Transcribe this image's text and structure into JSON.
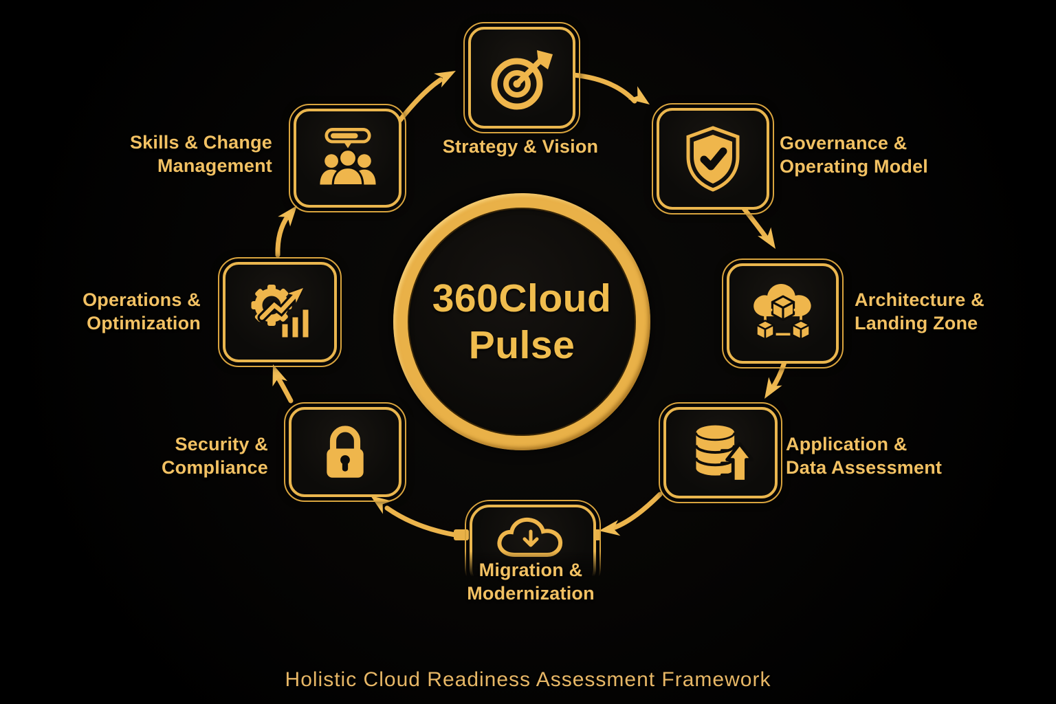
{
  "page": {
    "caption": "Holistic Cloud Readiness Assessment Framework"
  },
  "center": {
    "title_line1": "360Cloud",
    "title_line2": "Pulse"
  },
  "colors": {
    "background": "#000000",
    "gold": "#EFB64C",
    "gold_light": "#F7D27C",
    "gold_deep": "#C8922F",
    "node_background": "#0D0C0A",
    "label_text": "#F2C163"
  },
  "nodes": [
    {
      "id": "strategy-vision",
      "icon": "target-arrow-icon",
      "lines": [
        "Strategy & Vision"
      ]
    },
    {
      "id": "governance-operating-model",
      "icon": "shield-check-icon",
      "lines": [
        "Governance &",
        "Operating Model"
      ]
    },
    {
      "id": "architecture-landing-zone",
      "icon": "cloud-network-icon",
      "lines": [
        "Architecture &",
        "Landing Zone"
      ]
    },
    {
      "id": "application-data-assessment",
      "icon": "database-upload-icon",
      "lines": [
        "Application &",
        "Data Assessment"
      ]
    },
    {
      "id": "migration-modernization",
      "icon": "cloud-download-icon",
      "lines": [
        "Migration &",
        "Modernization"
      ]
    },
    {
      "id": "security-compliance",
      "icon": "padlock-icon",
      "lines": [
        "Security &",
        "Compliance"
      ]
    },
    {
      "id": "operations-optimization",
      "icon": "gear-growth-icon",
      "lines": [
        "Operations &",
        "Optimization"
      ]
    },
    {
      "id": "skills-change-management",
      "icon": "team-communication-icon",
      "lines": [
        "Skills & Change",
        "Management"
      ]
    }
  ]
}
